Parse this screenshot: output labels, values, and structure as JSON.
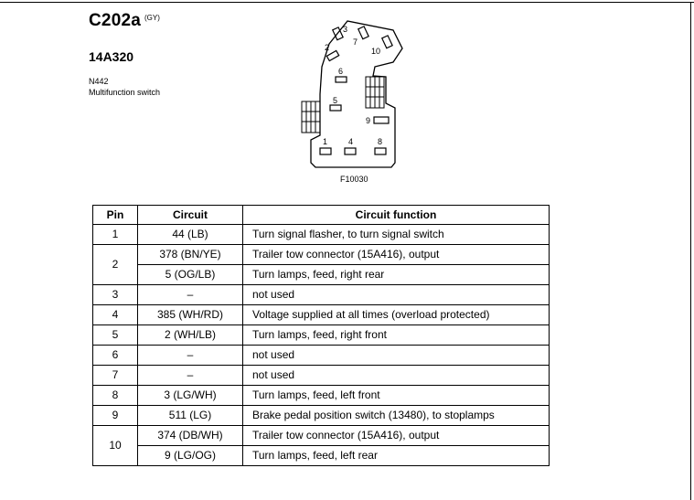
{
  "connector": {
    "title": "C202a",
    "color_code": "(GY)",
    "part_number": "14A320",
    "code": "N442",
    "description": "Multifunction switch"
  },
  "diagram": {
    "figure_label": "F10030",
    "pin_labels": [
      "1",
      "2",
      "3",
      "4",
      "5",
      "6",
      "7",
      "8",
      "9",
      "10"
    ]
  },
  "table": {
    "headers": [
      "Pin",
      "Circuit",
      "Circuit function"
    ],
    "rows": [
      {
        "pin": "1",
        "circuit": "44 (LB)",
        "function": "Turn signal flasher, to turn signal switch"
      },
      {
        "pin": "2",
        "circuit": "378 (BN/YE)",
        "function": "Trailer tow connector (15A416), output"
      },
      {
        "pin": "",
        "circuit": "5 (OG/LB)",
        "function": "Turn lamps, feed, right rear"
      },
      {
        "pin": "3",
        "circuit": "–",
        "function": "not used"
      },
      {
        "pin": "4",
        "circuit": "385 (WH/RD)",
        "function": "Voltage supplied at all times (overload protected)"
      },
      {
        "pin": "5",
        "circuit": "2 (WH/LB)",
        "function": "Turn lamps, feed, right front"
      },
      {
        "pin": "6",
        "circuit": "–",
        "function": "not used"
      },
      {
        "pin": "7",
        "circuit": "–",
        "function": "not used"
      },
      {
        "pin": "8",
        "circuit": "3 (LG/WH)",
        "function": "Turn lamps, feed, left front"
      },
      {
        "pin": "9",
        "circuit": "511 (LG)",
        "function": "Brake pedal position switch (13480), to stoplamps"
      },
      {
        "pin": "10",
        "circuit": "374 (DB/WH)",
        "function": "Trailer tow connector (15A416), output"
      },
      {
        "pin": "",
        "circuit": "9 (LG/OG)",
        "function": "Turn lamps, feed, left rear"
      }
    ]
  }
}
